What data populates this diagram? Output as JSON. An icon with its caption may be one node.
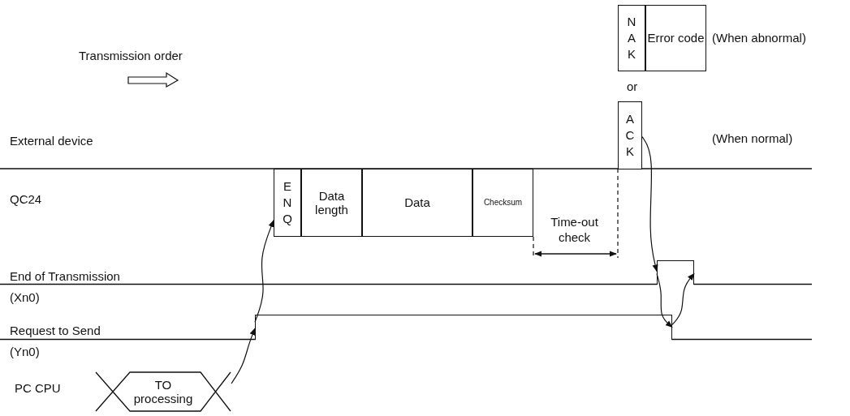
{
  "diagram": {
    "nodes": [
      {
        "text": [
          "NAK"
        ]
      },
      {
        "text": [
          "Error code"
        ],
        "beside": [
          "(When abnormal)"
        ]
      },
      {
        "text": [
          "ACK"
        ]
      },
      {
        "text": [
          "ENQ"
        ]
      },
      {
        "text": [
          "Data length"
        ]
      },
      {
        "text": [
          "Data"
        ]
      },
      {
        "text": [
          "Checksum"
        ]
      },
      {
        "text": [],
        "shape": "pulse"
      },
      {
        "text": [],
        "shape": "pulse"
      },
      {
        "text": [
          "TO processing"
        ]
      }
    ],
    "edges": [
      {
        "from": 9,
        "to": 8,
        "arrow": "to"
      },
      {
        "from": 8,
        "to": 3,
        "arrow": "to"
      },
      {
        "from": 2,
        "to": 7,
        "arrow": "to"
      },
      {
        "from": 7,
        "to": 8,
        "arrow": "to"
      },
      {
        "from": 8,
        "to": 7,
        "arrow": "to"
      }
    ],
    "labels": [
      "Transmission order",
      "or",
      "External device",
      "(When normal)",
      "QC24",
      "Time-out check",
      "End of Transmission",
      "(Xn0)",
      "Request to Send",
      "(Yn0)",
      "PC CPU"
    ]
  }
}
